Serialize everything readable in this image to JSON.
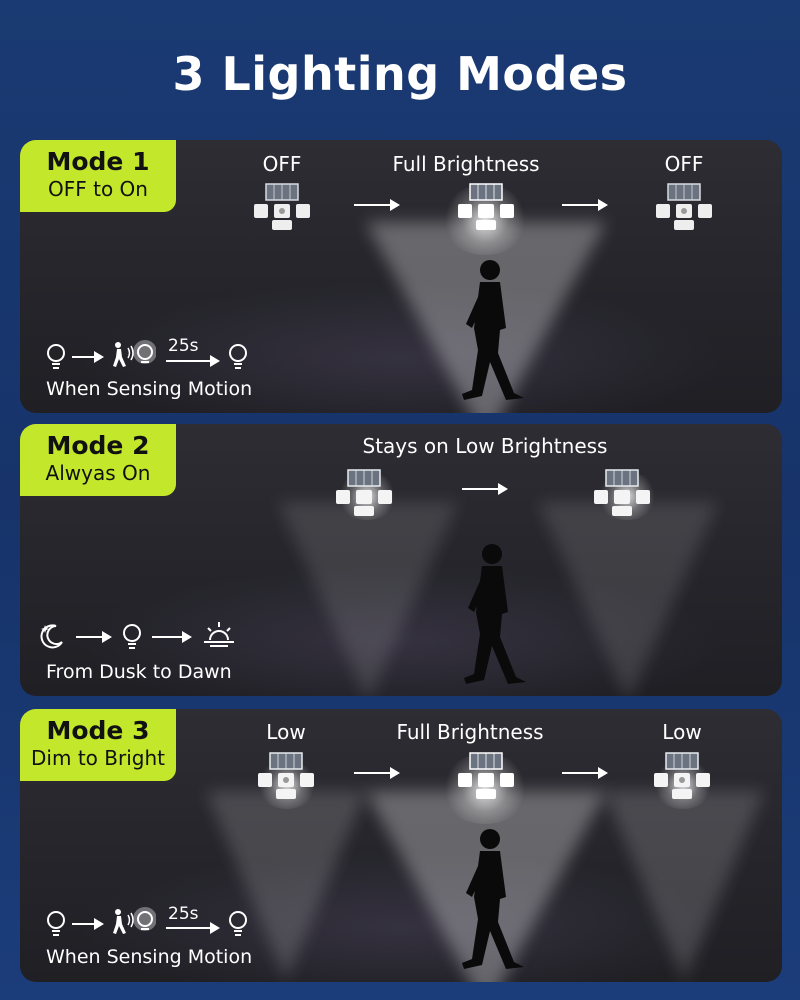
{
  "title": "3 Lighting Modes",
  "colors": {
    "accent": "#c3e72a",
    "background": "#1a3a73",
    "panel": "#2a2a30"
  },
  "modes": [
    {
      "badge_title": "Mode 1",
      "badge_subtitle": "OFF to On",
      "states": [
        "OFF",
        "Full Brightness",
        "OFF"
      ],
      "sequence_delay": "25s",
      "sequence_caption": "When Sensing Motion",
      "sequence_icons": [
        "bulb-off-icon",
        "motion-bulb-icon",
        "bulb-off-icon"
      ]
    },
    {
      "badge_title": "Mode 2",
      "badge_subtitle": "Alwyas On",
      "states": [
        "Stays on Low Brightness"
      ],
      "sequence_caption": "From Dusk to Dawn",
      "sequence_icons": [
        "moon-icon",
        "bulb-icon",
        "sunrise-icon"
      ]
    },
    {
      "badge_title": "Mode 3",
      "badge_subtitle": "Dim to Bright",
      "states": [
        "Low",
        "Full Brightness",
        "Low"
      ],
      "sequence_delay": "25s",
      "sequence_caption": "When Sensing Motion",
      "sequence_icons": [
        "bulb-off-icon",
        "motion-bulb-icon",
        "bulb-off-icon"
      ]
    }
  ]
}
